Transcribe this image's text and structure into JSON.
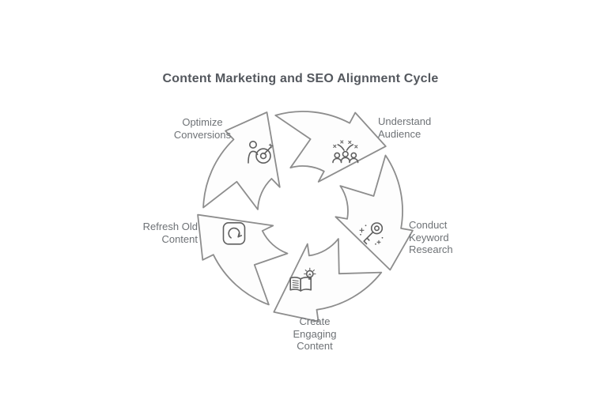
{
  "title": "Content Marketing and SEO Alignment Cycle",
  "diagram": {
    "type": "cycle",
    "direction": "clockwise",
    "steps": [
      {
        "label": "Understand Audience",
        "lines": [
          "Understand",
          "Audience"
        ],
        "icon": "audience-icon"
      },
      {
        "label": "Conduct Keyword Research",
        "lines": [
          "Conduct",
          "Keyword",
          "Research"
        ],
        "icon": "keyword-key-icon"
      },
      {
        "label": "Create Engaging Content",
        "lines": [
          "Create",
          "Engaging",
          "Content"
        ],
        "icon": "book-idea-icon"
      },
      {
        "label": "Refresh Old Content",
        "lines": [
          "Refresh Old",
          "Content"
        ],
        "icon": "refresh-cycle-icon"
      },
      {
        "label": "Optimize Conversions",
        "lines": [
          "Optimize",
          "Conversions"
        ],
        "icon": "target-person-icon"
      }
    ]
  },
  "colors": {
    "background": "#ffffff",
    "arrow_fill": "#fdfdfd",
    "arrow_stroke": "#8d8d8d",
    "icon_stroke": "#5f5f5f",
    "label_text": "#6e7276",
    "title_text": "#54585e"
  }
}
